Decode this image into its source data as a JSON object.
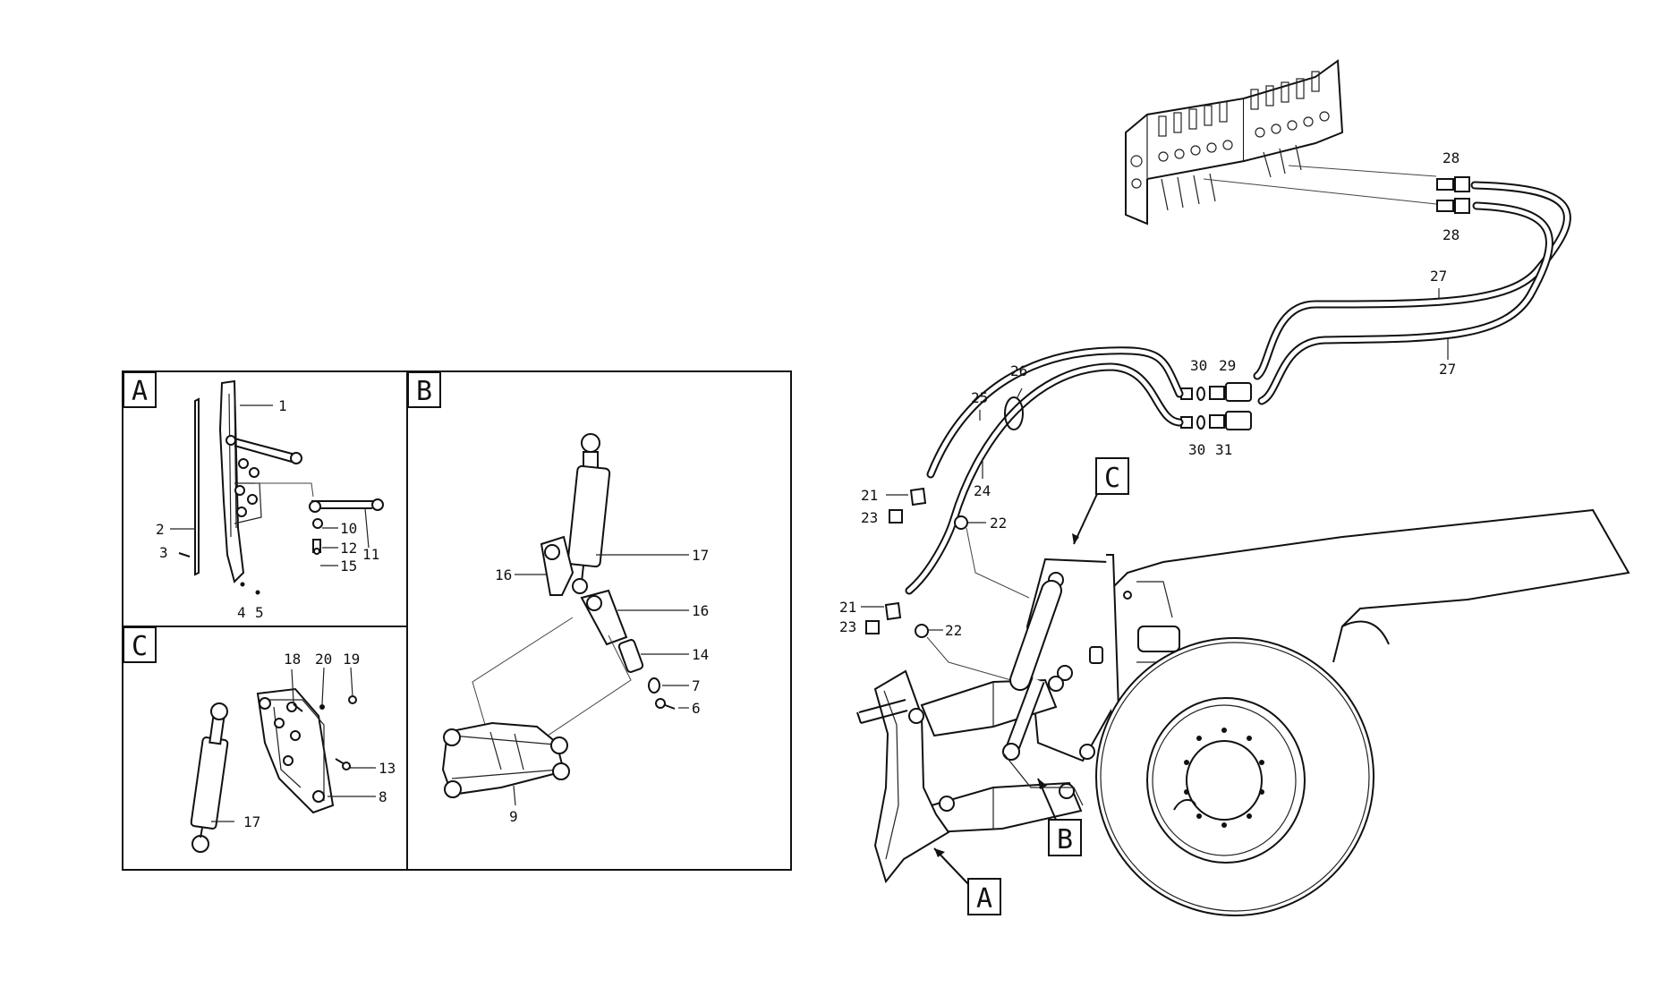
{
  "sections": {
    "a": "A",
    "b": "B",
    "c": "C"
  },
  "parts": {
    "p1": "1",
    "p2": "2",
    "p3": "3",
    "p4": "4",
    "p5": "5",
    "p6": "6",
    "p7": "7",
    "p8": "8",
    "p9": "9",
    "p10": "10",
    "p11": "11",
    "p12": "12",
    "p13": "13",
    "p14": "14",
    "p15": "15",
    "p16": "16",
    "p17": "17",
    "p18": "18",
    "p19": "19",
    "p20": "20",
    "p21": "21",
    "p22": "22",
    "p23": "23",
    "p24": "24",
    "p25": "25",
    "p26": "26",
    "p27": "27",
    "p28": "28",
    "p29": "29",
    "p30": "30",
    "p31": "31"
  }
}
